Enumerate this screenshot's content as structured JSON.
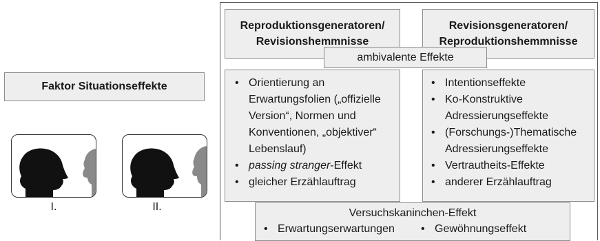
{
  "left": {
    "factor_title": "Faktor Situationseffekte",
    "figures": [
      {
        "label": "I."
      },
      {
        "label": "II."
      }
    ]
  },
  "right": {
    "header_left": "Reproduktionsgeneratoren/ Revisionshemmnisse",
    "header_right": "Revisionsgeneratoren/ Reproduktionshemmnisse",
    "ambivalent": "ambivalente Effekte",
    "left_items": [
      "Orientierung an Erwartungsfolien („offizielle Version“, Normen und Konventionen, „objektiver“ Lebenslauf)",
      "Effekt",
      "gleicher Erzählauftrag"
    ],
    "passing_stranger_italic": "passing stranger",
    "passing_stranger_rest": "-Effekt",
    "right_items": [
      "Intentionseffekte",
      "Ko-Konstruktive Adressierungseffekte",
      "(Forschungs-)Thematische Adressierungseffekte",
      "Vertrautheits-Effekte",
      "anderer Erzählauftrag"
    ],
    "guinea_pig": {
      "title": "Versuchskaninchen-Effekt",
      "items": [
        "Erwartungserwartungen",
        "Gewöhnungseffekt"
      ]
    }
  },
  "colors": {
    "box_fill": "#eeeeee",
    "box_border": "#8c8c8c",
    "head_dark": "#111111",
    "head_grey": "#8a8a8a"
  }
}
